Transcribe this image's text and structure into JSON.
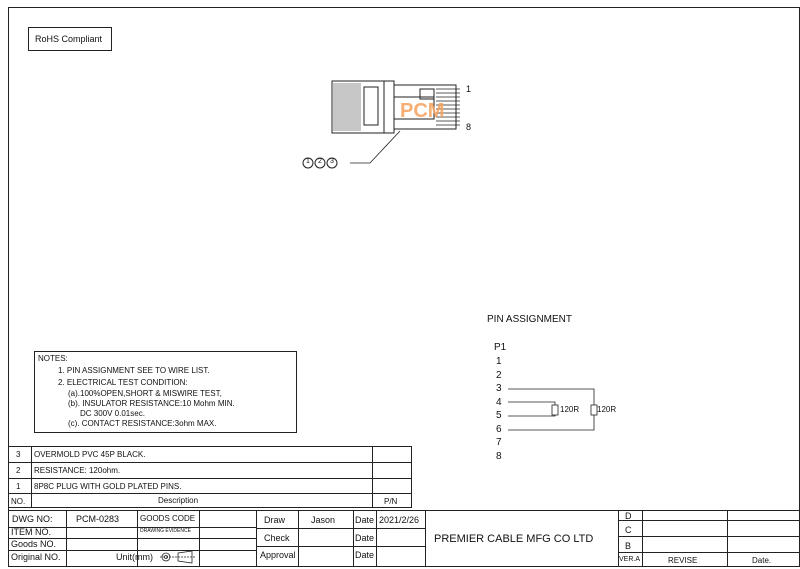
{
  "rohs": "RoHS Compliant",
  "drawing": {
    "pin_top": "1",
    "pin_bottom": "8",
    "logo": "PCM",
    "callouts": [
      "1",
      "2",
      "3"
    ]
  },
  "pin_assignment": {
    "title": "PIN  ASSIGNMENT",
    "connector": "P1",
    "pins": [
      "1",
      "2",
      "3",
      "4",
      "5",
      "6",
      "7",
      "8"
    ],
    "resistor_1": "120R",
    "resistor_2": "120R"
  },
  "notes": {
    "heading": "NOTES:",
    "lines": [
      "1. PIN ASSIGNMENT SEE TO WIRE LIST.",
      "2. ELECTRICAL TEST CONDITION:",
      "(a).100%OPEN,SHORT & MISWIRE TEST,",
      "(b). INSULATOR RESISTANCE:10 Mohm MIN.",
      "DC 300V 0.01sec.",
      "(c). CONTACT RESISTANCE:3ohm MAX."
    ]
  },
  "bom": {
    "rows": [
      {
        "no": "3",
        "desc": "OVERMOLD PVC 45P BLACK."
      },
      {
        "no": "2",
        "desc": "RESISTANCE: 120ohm."
      },
      {
        "no": "1",
        "desc": "8P8C PLUG WITH GOLD PLATED PINS."
      }
    ],
    "header_no": "NO.",
    "header_desc": "Description",
    "header_pn": "P/N"
  },
  "title_block": {
    "dwg_no_label": "DWG NO:",
    "dwg_no": "PCM-0283",
    "goods_code_label": "GOODS CODE",
    "drawing_evidence": "DRAWING EVIDENCE",
    "item_no_label": "ITEM NO.",
    "goods_no_label": "Goods NO.",
    "original_no_label": "Original NO.",
    "unit_label": "Unit(mm)",
    "draw_label": "Draw",
    "draw_name": "Jason",
    "date_label": "Date",
    "draw_date": "2021/2/26",
    "check_label": "Check",
    "approval_label": "Approval",
    "company": "PREMIER CABLE MFG CO LTD",
    "rev_d": "D",
    "rev_c": "C",
    "rev_b": "B",
    "ver_label": "VER.A",
    "revise_label": "REVISE",
    "date2_label": "Date."
  }
}
